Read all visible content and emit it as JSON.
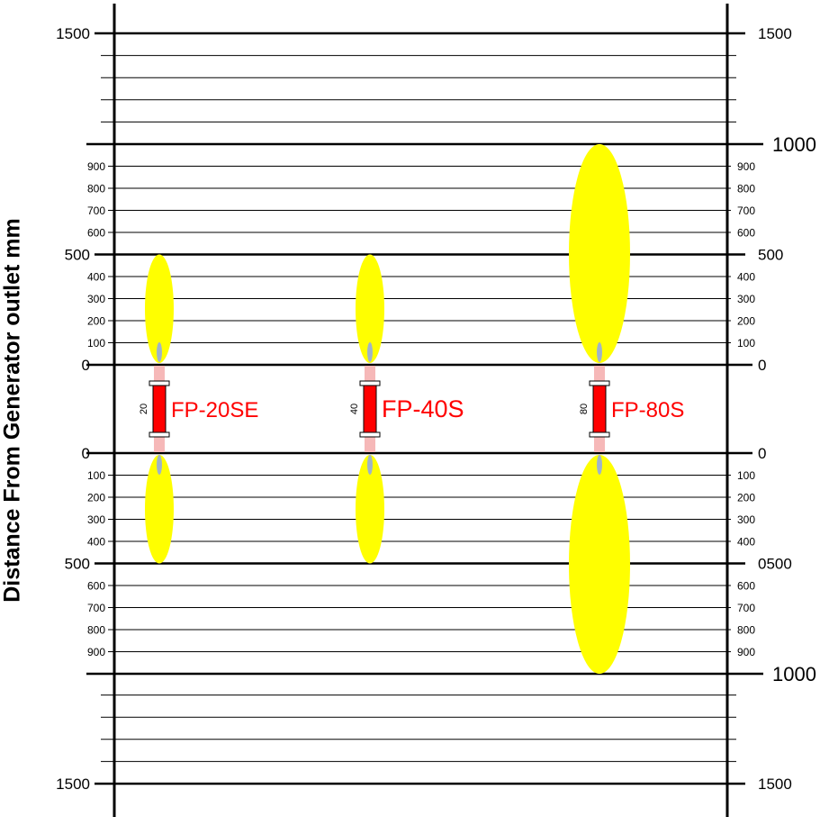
{
  "axis_title": "Distance From Generator outlet mm",
  "left_labels": {
    "top": [
      {
        "mm": 1500,
        "text": "1500"
      },
      {
        "mm": 900,
        "text": "900"
      },
      {
        "mm": 800,
        "text": "800"
      },
      {
        "mm": 700,
        "text": "700"
      },
      {
        "mm": 600,
        "text": "600"
      },
      {
        "mm": 500,
        "text": "500"
      },
      {
        "mm": 400,
        "text": "400"
      },
      {
        "mm": 300,
        "text": "300"
      },
      {
        "mm": 200,
        "text": "200"
      },
      {
        "mm": 100,
        "text": "100"
      },
      {
        "mm": 0,
        "text": "0"
      }
    ],
    "bottom": [
      {
        "mm": 0,
        "text": "0"
      },
      {
        "mm": 100,
        "text": "100"
      },
      {
        "mm": 200,
        "text": "200"
      },
      {
        "mm": 300,
        "text": "300"
      },
      {
        "mm": 400,
        "text": "400"
      },
      {
        "mm": 500,
        "text": "500"
      },
      {
        "mm": 600,
        "text": "600"
      },
      {
        "mm": 700,
        "text": "700"
      },
      {
        "mm": 800,
        "text": "800"
      },
      {
        "mm": 900,
        "text": "900"
      },
      {
        "mm": 1500,
        "text": "1500"
      }
    ]
  },
  "right_labels": {
    "top": [
      {
        "mm": 1500,
        "text": "1500"
      },
      {
        "mm": 1000,
        "text": "1000"
      },
      {
        "mm": 900,
        "text": "900"
      },
      {
        "mm": 800,
        "text": "800"
      },
      {
        "mm": 700,
        "text": "700"
      },
      {
        "mm": 600,
        "text": "600"
      },
      {
        "mm": 500,
        "text": "500"
      },
      {
        "mm": 400,
        "text": "400"
      },
      {
        "mm": 300,
        "text": "300"
      },
      {
        "mm": 200,
        "text": "200"
      },
      {
        "mm": 100,
        "text": "100"
      },
      {
        "mm": 0,
        "text": "0"
      }
    ],
    "bottom": [
      {
        "mm": 0,
        "text": "0"
      },
      {
        "mm": 100,
        "text": "100"
      },
      {
        "mm": 200,
        "text": "200"
      },
      {
        "mm": 300,
        "text": "300"
      },
      {
        "mm": 400,
        "text": "400"
      },
      {
        "mm": 500,
        "text": "0500"
      },
      {
        "mm": 600,
        "text": "600"
      },
      {
        "mm": 700,
        "text": "700"
      },
      {
        "mm": 800,
        "text": "800"
      },
      {
        "mm": 900,
        "text": "900"
      },
      {
        "mm": 1000,
        "text": "1000"
      },
      {
        "mm": 1500,
        "text": "1500"
      }
    ]
  },
  "generators": [
    {
      "model": "FP-20SE",
      "size_label": "20",
      "reach_up_mm": 500,
      "reach_down_mm": 500
    },
    {
      "model": "FP-40S",
      "size_label": "40",
      "reach_up_mm": 500,
      "reach_down_mm": 500
    },
    {
      "model": "FP-80S",
      "size_label": "80",
      "reach_up_mm": 1000,
      "reach_down_mm": 1000
    }
  ],
  "colors": {
    "grid": "#000000",
    "discharge_zone": "#ffff00",
    "generator_body": "#ff0000",
    "model_label": "#ff0000",
    "nozzle_glow": "#f6b8b8",
    "core_jet": "#9fb4c8"
  }
}
